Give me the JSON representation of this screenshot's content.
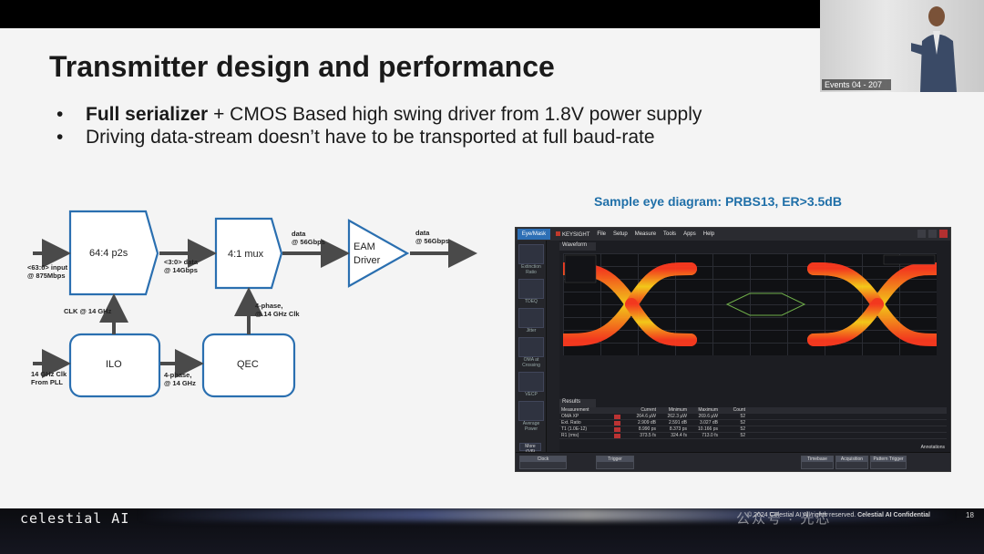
{
  "slide": {
    "title": "Transmitter design and performance",
    "bullets": [
      {
        "bold": "Full serializer",
        "rest": " + CMOS Based high swing driver from 1.8V power supply"
      },
      {
        "bold": "",
        "rest": "Driving data-stream doesn’t have to be transported at full baud-rate"
      }
    ]
  },
  "video": {
    "label": "Events 04 - 207"
  },
  "diagram": {
    "blocks": {
      "p2s": "64:4 p2s",
      "mux": "4:1 mux",
      "eam_line1": "EAM",
      "eam_line2": "Driver",
      "ilo": "ILO",
      "qec": "QEC"
    },
    "labels": {
      "input_line1": "<63:0> input",
      "input_line2": "@ 875Mbps",
      "mid_data_line1": "<3:0> data",
      "mid_data_line2": "@ 14Gbps",
      "mux_out_line1": "data",
      "mux_out_line2": "@ 56Gbps",
      "out_line1": "data",
      "out_line2": "@ 56Gbps",
      "clk": "CLK @ 14 GHz",
      "qec_out_line1": "4-phase,",
      "qec_out_line2": "@ 14 GHz Clk",
      "clk_in_line1": "14 GHz Clk",
      "clk_in_line2": "From PLL",
      "ilo_out_line1": "4-phase,",
      "ilo_out_line2": "@ 14 GHz"
    }
  },
  "eye": {
    "caption": "Sample eye diagram: PRBS13, ER>3.5dB",
    "scope": {
      "mode": "Eye/Mask",
      "brand": "KEYSIGHT",
      "menus": [
        "File",
        "Setup",
        "Measure",
        "Tools",
        "Apps",
        "Help"
      ],
      "waveform_tab": "Waveform",
      "results_tab": "Results",
      "side_labels": [
        "Extinction Ratio",
        "TDEQ",
        "Jitter",
        "OMA at Crossing",
        "VECP",
        "Average Power"
      ],
      "more_btn": "More (1/6)",
      "table_head": [
        "Measurement",
        "",
        "Current",
        "Minimum",
        "Maximum",
        "Count"
      ],
      "table_rows": [
        [
          "OMA XP",
          "",
          "264.6 µW",
          "262.3 µW",
          "269.6 µW",
          "52"
        ],
        [
          "Ext. Ratio",
          "",
          "2.909 dB",
          "2.591 dB",
          "3.027 dB",
          "52"
        ],
        [
          "T1 (1.0E-12)",
          "",
          "8.990 ps",
          "8.373 ps",
          "10.166 ps",
          "52"
        ],
        [
          "R1 (rms)",
          "",
          "373.5 fs",
          "324.4 fs",
          "713.0 fs",
          "52"
        ]
      ],
      "annotations": "Annotations",
      "bottom": [
        "Clock",
        "Trigger",
        "Timebase",
        "Acquisition",
        "Pattern Trigger"
      ]
    }
  },
  "footer": {
    "logo": "celestial AI",
    "copy_regular": "© 2024 Celestial AI All rights reserved. ",
    "copy_bold": "Celestial AI Confidential",
    "page": "18",
    "watermark": "公众号 · 光芯"
  },
  "colors": {
    "title": "#1a1a1a",
    "caption": "#1f6fa8",
    "block_stroke": "#2a6fb0",
    "arrow": "#4a4a4a"
  }
}
